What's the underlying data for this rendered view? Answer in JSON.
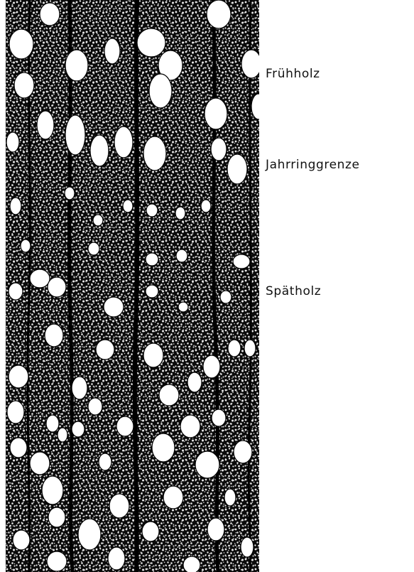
{
  "figure": {
    "labels": {
      "earlywood": "Frühholz",
      "growth_ring_boundary": "Jahrringgrenze",
      "latewood": "Spätholz"
    },
    "colors": {
      "ground": "#0a0a0a",
      "pores": "#ffffff",
      "fibers": "#e8e8e8",
      "rays": "#000000",
      "text": "#111111"
    }
  }
}
